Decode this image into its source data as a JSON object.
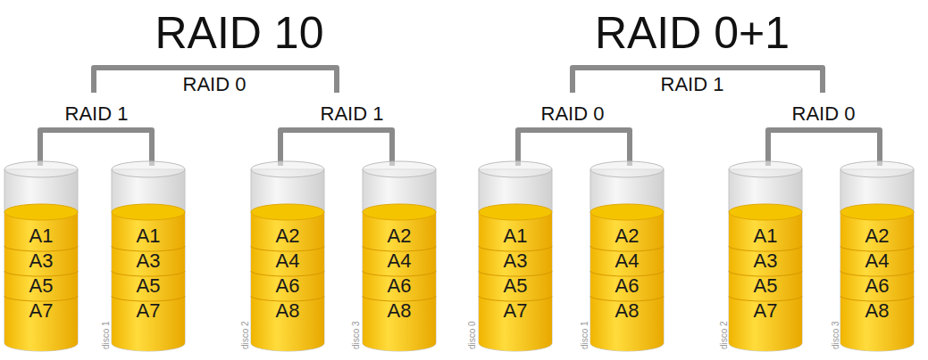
{
  "diagram": {
    "nodes": [
      {
        "text": [
          "A1",
          "A3",
          "A5",
          "A7"
        ]
      },
      {
        "text": [
          "A1",
          "A3",
          "A5",
          "A7"
        ]
      },
      {
        "text": [
          "A2",
          "A4",
          "A6",
          "A8"
        ]
      },
      {
        "text": [
          "A2",
          "A4",
          "A6",
          "A8"
        ]
      },
      {
        "text": [
          "A1",
          "A3",
          "A5",
          "A7"
        ]
      },
      {
        "text": [
          "A2",
          "A4",
          "A6",
          "A8"
        ]
      },
      {
        "text": [
          "A1",
          "A3",
          "A5",
          "A7"
        ]
      },
      {
        "text": [
          "A2",
          "A4",
          "A6",
          "A8"
        ]
      }
    ],
    "labels": [
      "RAID 10",
      "RAID 0",
      "RAID 1",
      "RAID 1",
      "RAID 0+1",
      "RAID 1",
      "RAID 0",
      "RAID 0",
      "disco 1",
      "disco 2",
      "disco 3",
      "disco 0",
      "disco 1",
      "disco 2",
      "disco 3"
    ]
  }
}
